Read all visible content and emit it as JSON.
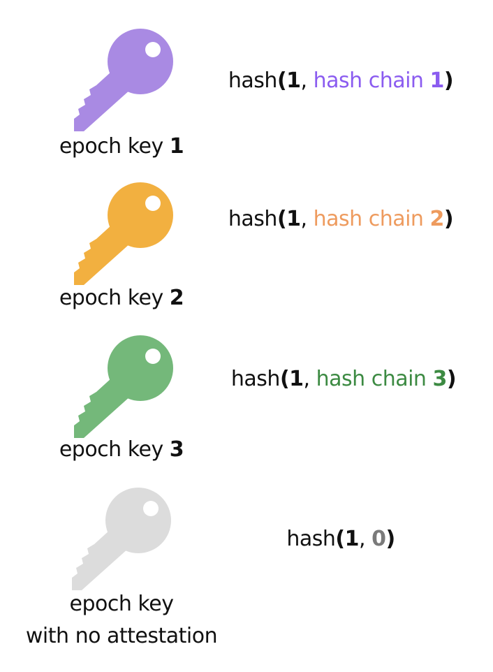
{
  "rows": [
    {
      "key_color": "#A98AE3",
      "caption_line1": "epoch key",
      "caption_num": "1",
      "hash_prefix": "hash",
      "hash_open": "(",
      "hash_one": "1",
      "hash_comma": ",",
      "hash_chain_text": "hash chain",
      "hash_chain_num": "1",
      "hash_close": ")",
      "chain_color": "#8B5CF0"
    },
    {
      "key_color": "#F2B040",
      "caption_line1": "epoch key",
      "caption_num": "2",
      "hash_prefix": "hash",
      "hash_open": "(",
      "hash_one": "1",
      "hash_comma": ",",
      "hash_chain_text": "hash chain",
      "hash_chain_num": "2",
      "hash_close": ")",
      "chain_color": "#EE9B5E"
    },
    {
      "key_color": "#74B87A",
      "caption_line1": "epoch key",
      "caption_num": "3",
      "hash_prefix": "hash",
      "hash_open": "(",
      "hash_one": "1",
      "hash_comma": ",",
      "hash_chain_text": "hash chain",
      "hash_chain_num": "3",
      "hash_close": ")",
      "chain_color": "#3C8A42"
    },
    {
      "key_color": "#DCDCDC",
      "caption_line1": "epoch key",
      "caption_line2": "with no attestation",
      "hash_prefix": "hash",
      "hash_open": "(",
      "hash_one": "1",
      "hash_comma": ",",
      "hash_zero": "0",
      "hash_close": ")",
      "zero_color": "#7A7A7A"
    }
  ]
}
